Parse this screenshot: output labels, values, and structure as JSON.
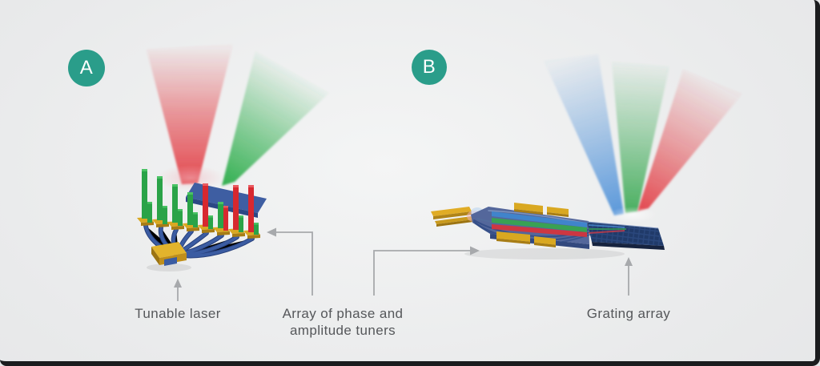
{
  "colors": {
    "accent-teal": "#2a9d8a",
    "label-gray": "#55575a",
    "callout-gray": "#a7a9ac",
    "frame-dark": "#1b1c1e",
    "beam-red": "#e23a41",
    "beam-green": "#2fae4d",
    "beam-blue": "#4b8fd8",
    "device-gold": "#d9a821",
    "device-blue": "#3b5ca2",
    "background-gray": "#e9eaeb"
  },
  "panels": [
    {
      "badge": "A",
      "beams": [
        "red",
        "green"
      ]
    },
    {
      "badge": "B",
      "beams": [
        "blue",
        "green",
        "red"
      ]
    }
  ],
  "annotations": {
    "tunable_laser": "Tunable laser",
    "tuner_array_line1": "Array of phase and",
    "tuner_array_line2": "amplitude tuners",
    "grating_array": "Grating array"
  }
}
